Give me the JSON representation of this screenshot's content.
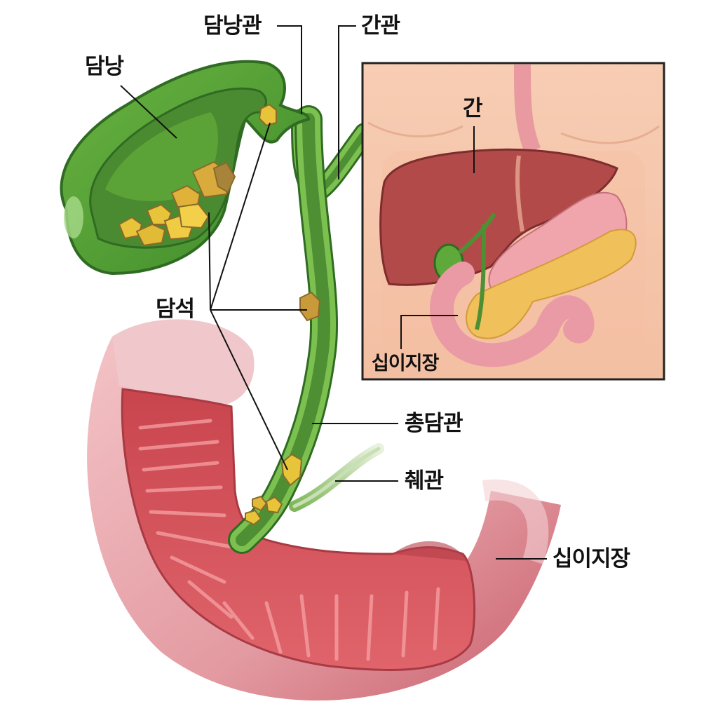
{
  "diagram": {
    "subject": "담석 (gallstones) in the biliary system",
    "colors": {
      "gallbladder_outer": "#5fa83a",
      "gallbladder_inner": "#4f8f34",
      "gallbladder_light": "#8cc765",
      "outline": "#2f6b22",
      "stone_yellow": "#e8c43a",
      "stone_brown": "#a8833a",
      "duodenum_outer": "#e7a1a6",
      "duodenum_inner": "#d9525a",
      "duodenum_wall": "#c64c55",
      "inset_skin": "#f6c8ad",
      "liver": "#b24b4b",
      "stomach": "#f1a5ac",
      "pancreas": "#f0c05a",
      "leader_line": "#111111",
      "inset_border": "#222222"
    }
  },
  "labels": {
    "gallbladder": "담낭",
    "cystic_duct": "담낭관",
    "hepatic_duct": "간관",
    "gallstones": "담석",
    "common_bile_duct": "총담관",
    "pancreatic_duct": "췌관",
    "duodenum": "십이지장"
  },
  "inset": {
    "liver": "간",
    "duodenum": "십이지장"
  }
}
